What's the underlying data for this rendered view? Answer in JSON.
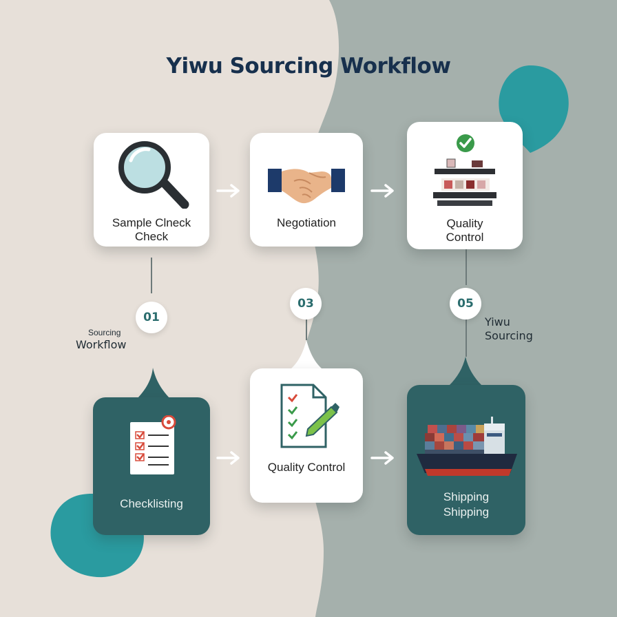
{
  "title": "Yiwu Sourcing Workflow",
  "cards": {
    "sample_check": {
      "label_line1": "Sample Cl",
      "label_line1_tail": "neck",
      "line1": "Sample Clneck",
      "line2": "Check",
      "icon": "magnifier-icon"
    },
    "negotiation": {
      "label": "Negotiation",
      "icon": "handshake-icon"
    },
    "quality_control_top": {
      "line1": "Quality",
      "line2": "Control",
      "icon": "checkmark-icon"
    },
    "checklisting": {
      "label": "Checklisting",
      "icon": "checklist-icon"
    },
    "quality_control_bottom": {
      "label": "Quality Control",
      "icon": "document-check-icon"
    },
    "shipping": {
      "line1": "Shipping",
      "line2": "Shipping",
      "icon": "cargo-ship-icon"
    }
  },
  "steps": [
    "01",
    "03",
    "05"
  ],
  "side_labels": {
    "left": {
      "small": "Sourcing",
      "big": "Workflow"
    },
    "right": {
      "big1": "Yiwu",
      "big2": "Sourcing"
    }
  },
  "colors": {
    "teal_dark": "#2f6265",
    "teal_accent": "#2a9ba0",
    "beige": "#e7e0d9",
    "slate": "#a5b0ac",
    "title": "#17304d"
  }
}
